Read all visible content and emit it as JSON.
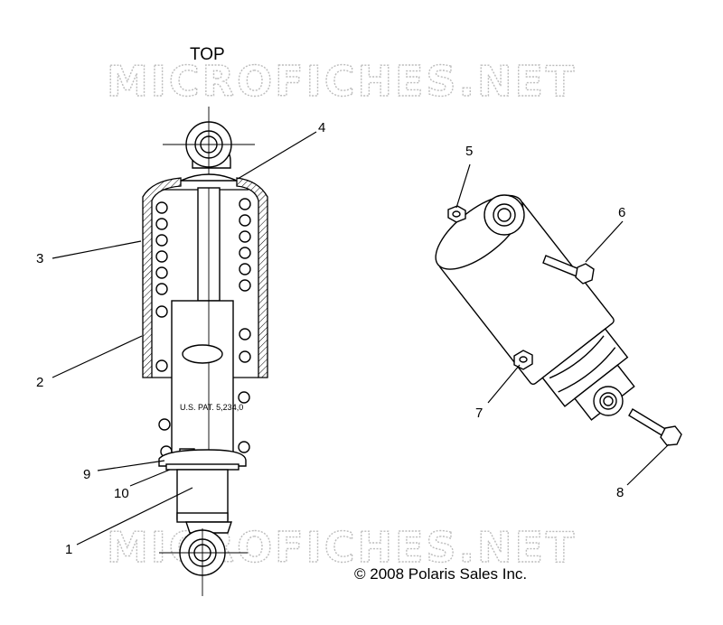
{
  "diagram": {
    "orientation_label": "TOP",
    "watermark_text": "MICROFICHES.NET",
    "copyright": "© 2008  Polaris Sales Inc.",
    "patent_text": "U.S. PAT. 5,234,0",
    "callouts": [
      {
        "number": "1"
      },
      {
        "number": "2"
      },
      {
        "number": "3"
      },
      {
        "number": "4"
      },
      {
        "number": "5"
      },
      {
        "number": "6"
      },
      {
        "number": "7"
      },
      {
        "number": "8"
      },
      {
        "number": "9"
      },
      {
        "number": "10"
      }
    ]
  }
}
